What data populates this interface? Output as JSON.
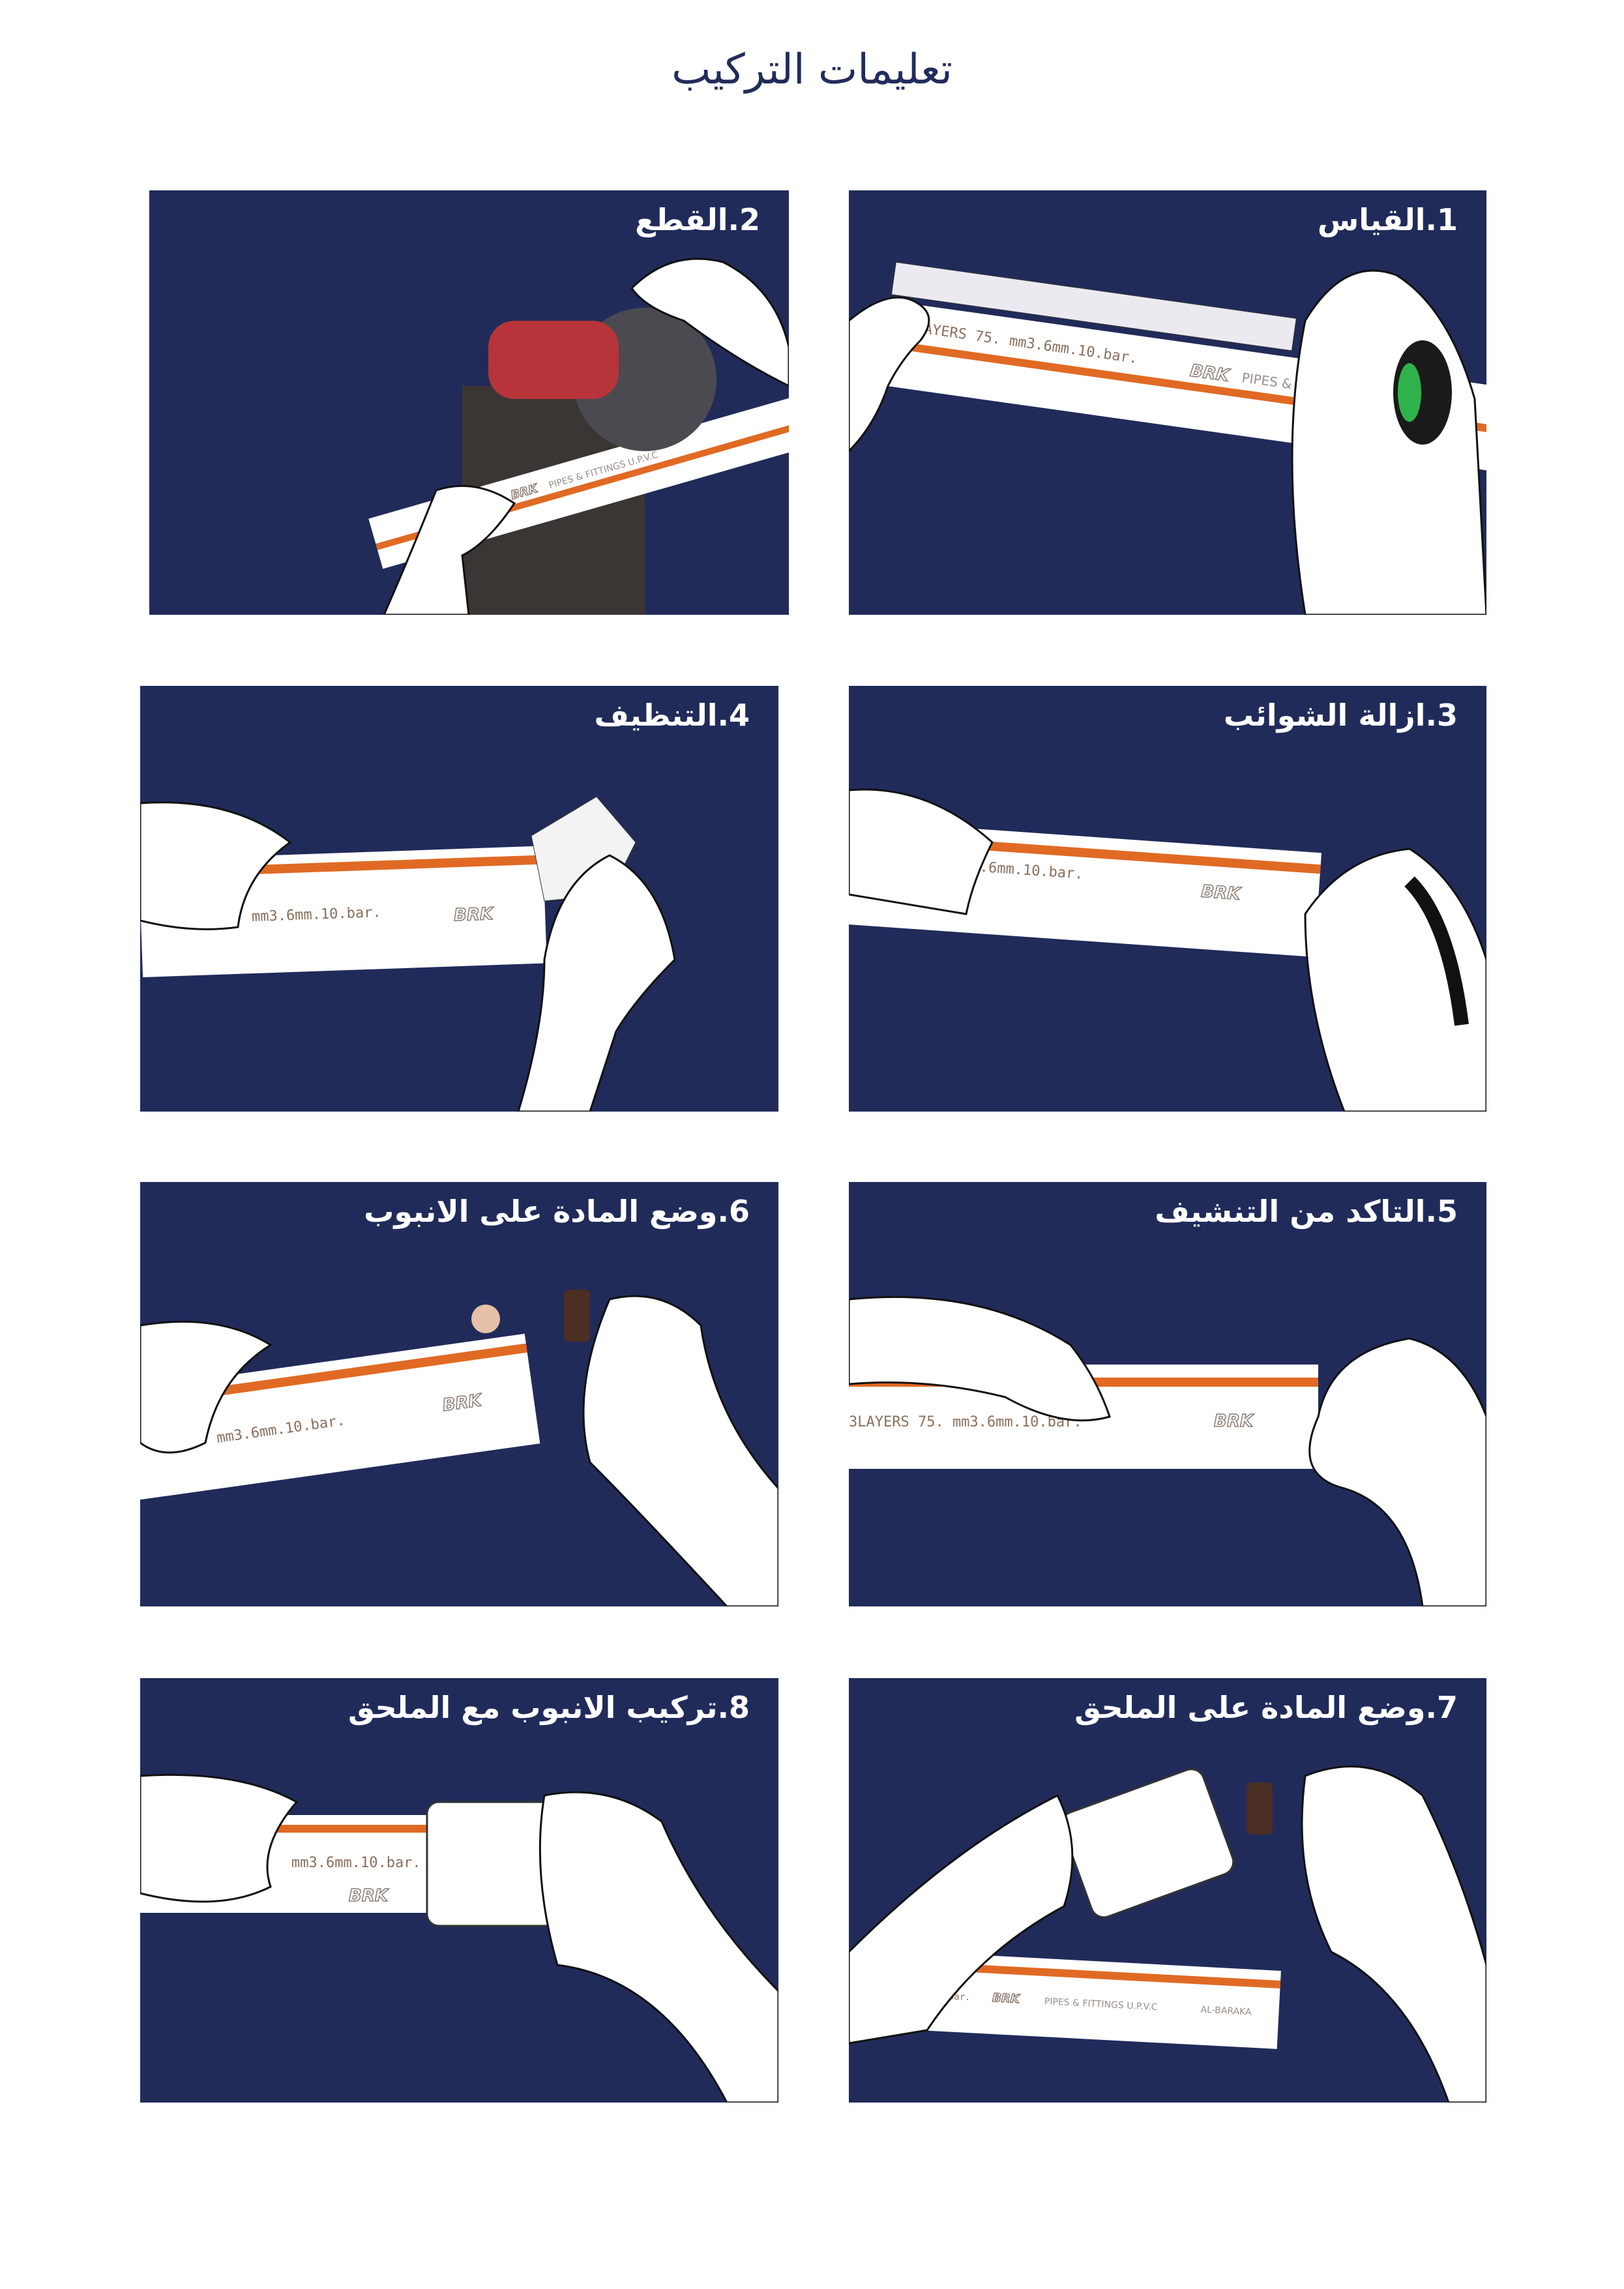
{
  "title": "تعليمات التركيب",
  "colors": {
    "panel_bg": "#212b5a",
    "pipe_stripe": "#e06a24",
    "title_text": "#222c5b"
  },
  "pipe_print": {
    "spec": "3LAYERS 75. mm3.6mm.10.bar.",
    "spec_short": "mm3.6mm.10.bar.",
    "logo": "BRK",
    "product": "PIPES & FITTINGS U.P.V.C",
    "brand": "AL-BARAKA"
  },
  "steps": [
    {
      "label": "1.القياس"
    },
    {
      "label": "2.القطع"
    },
    {
      "label": "3.ازالة الشوائب"
    },
    {
      "label": "4.التنظيف"
    },
    {
      "label": "5.التاكد من التنشيف"
    },
    {
      "label": "6.وضع المادة على الانبوب"
    },
    {
      "label": "7.وضع المادة على الملحق"
    },
    {
      "label": "8.تركيب الانبوب مع الملحق"
    }
  ]
}
